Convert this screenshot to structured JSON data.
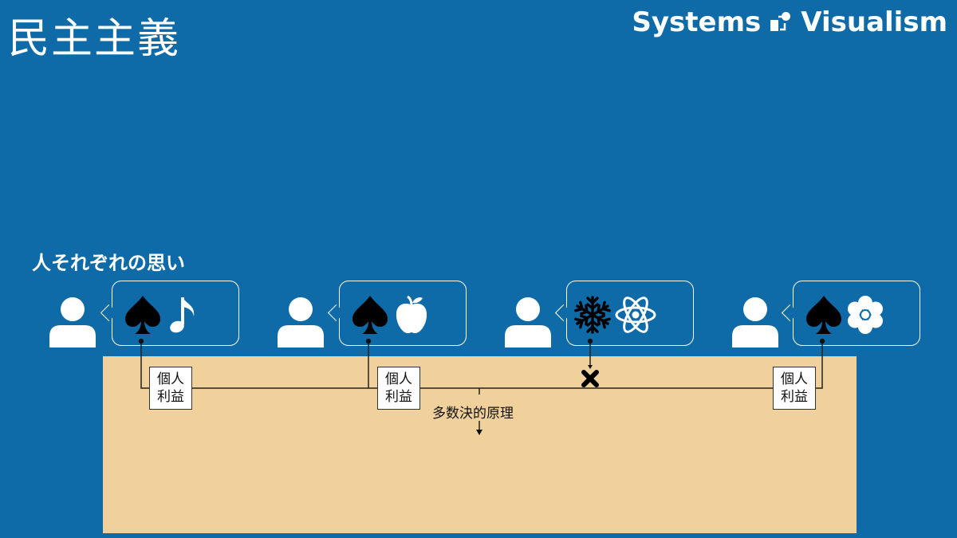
{
  "slide": {
    "title": "民主主義",
    "brand": "Systems Visualism",
    "subtitle": "人それぞれの思い",
    "colors": {
      "background": "#0f6aa8",
      "board": "#f0d19c",
      "text": "#ffffff"
    }
  },
  "people": [
    {
      "icons": [
        "spade-icon",
        "music-note-icon"
      ],
      "label_line1": "個人",
      "label_line2": "利益"
    },
    {
      "icons": [
        "spade-icon",
        "apple-icon"
      ],
      "label_line1": "個人",
      "label_line2": "利益"
    },
    {
      "icons": [
        "snowflake-icon",
        "atom-icon"
      ],
      "rejected": true
    },
    {
      "icons": [
        "spade-icon",
        "flower-icon"
      ],
      "label_line1": "個人",
      "label_line2": "利益"
    }
  ],
  "result_label": "多数決的原理"
}
